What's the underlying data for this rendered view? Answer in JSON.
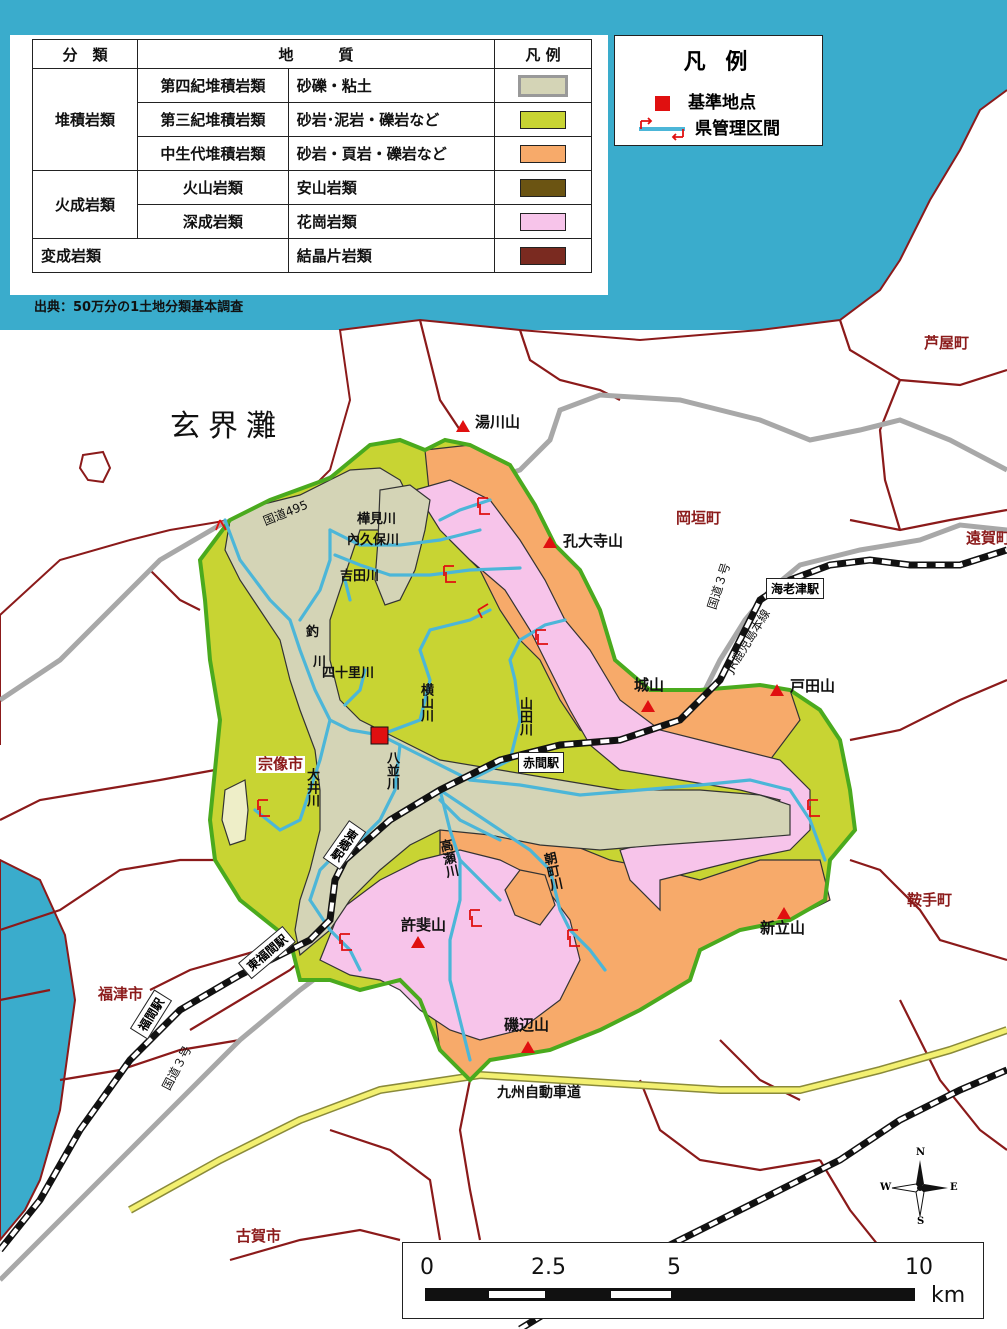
{
  "sea_label": "玄界灘",
  "geology_legend": {
    "headers": {
      "category": "分　類",
      "geology": "地　　　質",
      "legend": "凡 例"
    },
    "groups": [
      "堆積岩類",
      "火成岩類",
      "変成岩類"
    ],
    "rows": [
      {
        "subtype": "第四紀堆積岩類",
        "rock": "砂礫・粘土",
        "color": "#d4d4b6"
      },
      {
        "subtype": "第三紀堆積岩類",
        "rock": "砂岩･泥岩・礫岩など",
        "color": "#c8d433"
      },
      {
        "subtype": "中生代堆積岩類",
        "rock": "砂岩・頁岩・礫岩など",
        "color": "#f7aa6a"
      },
      {
        "subtype": "火山岩類",
        "rock": "安山岩類",
        "color": "#6b5412"
      },
      {
        "subtype": "深成岩類",
        "rock": "花崗岩類",
        "color": "#f7c4ea"
      },
      {
        "subtype": "",
        "rock": "結晶片岩類",
        "color": "#7a2a20"
      }
    ],
    "source": "出典：50万分の1土地分類基本調査"
  },
  "symbol_legend": {
    "title": "凡 例",
    "reference_point": "基準地点",
    "managed_section": "県管理区間"
  },
  "cities": {
    "ashiya": "芦屋町",
    "okagaki": "岡垣町",
    "onga": "遠賀町",
    "munakata": "宗像市",
    "kurate": "鞍手町",
    "fukutsu": "福津市",
    "koga": "古賀市"
  },
  "mountains": {
    "yugawa": "湯川山",
    "kodaiji": "孔大寺山",
    "jo": "城山",
    "toda": "戸田山",
    "shintate": "新立山",
    "kehi": "許斐山",
    "isobe": "磯辺山"
  },
  "rivers": {
    "kabami": "樺見川",
    "nakusa": "內久保川",
    "yoshida": "吉田川",
    "tsuri": "釣",
    "tsuri2": "川",
    "shijuri": "四十里川",
    "yokoyama": "横山川",
    "yamada": "山田川",
    "yatsunami": "八並川",
    "oi": "大井川",
    "takase": "高瀬川",
    "asamachi": "朝町川"
  },
  "stations": {
    "akama": "赤間駅",
    "togo": "東郷駅",
    "higashi_fukuma": "東福間駅",
    "fukuma": "福間駅",
    "ebitsu": "海老津駅"
  },
  "roads": {
    "r495": "国道495",
    "r3_north": "国道３号",
    "r3_south": "国道３号",
    "jr": "JR鹿児島本線",
    "expressway": "九州自動車道"
  },
  "compass": {
    "n": "N",
    "s": "S",
    "e": "E",
    "w": "W"
  },
  "scale": {
    "t0": "0",
    "t1": "2.5",
    "t2": "5",
    "t3": "10",
    "unit": "km"
  }
}
